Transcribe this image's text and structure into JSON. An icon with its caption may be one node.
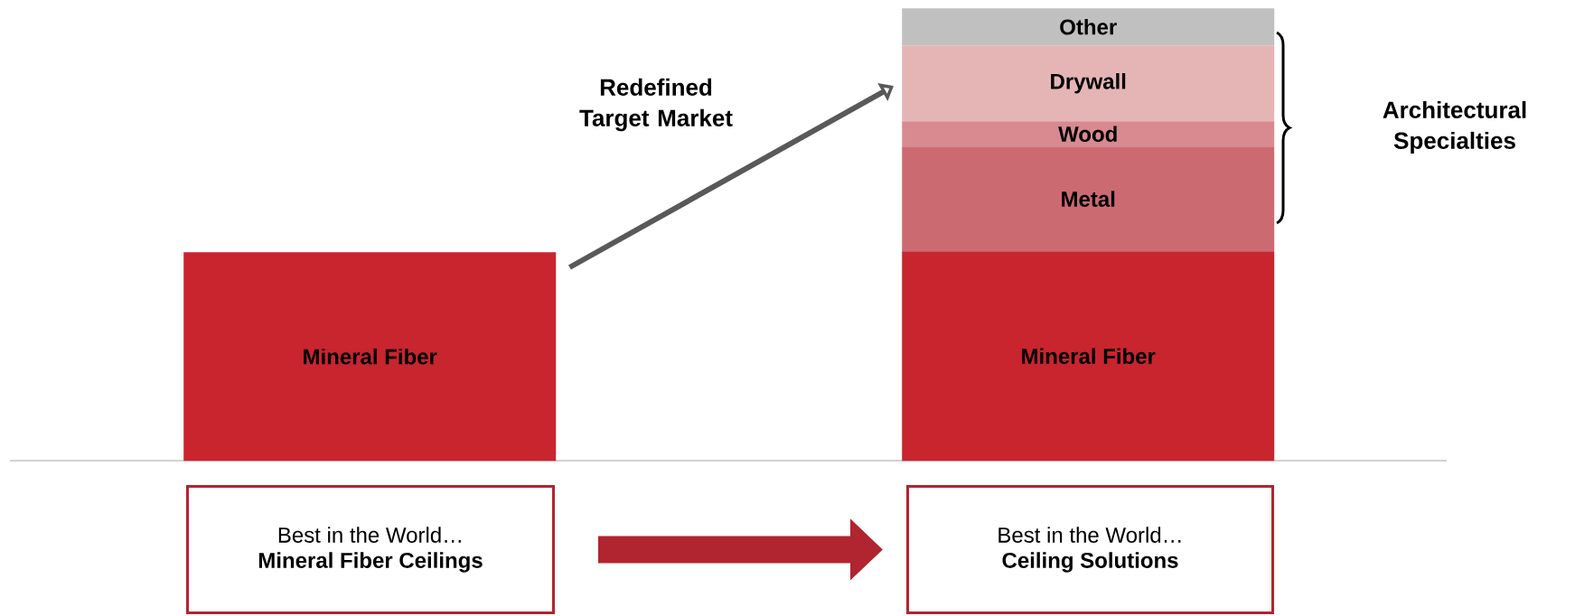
{
  "diagram": {
    "nodes": [
      {
        "text": [
          "Mineral Fiber"
        ]
      },
      {
        "text": [
          "Other"
        ]
      },
      {
        "text": [
          "Drywall"
        ]
      },
      {
        "text": [
          "Wood"
        ]
      },
      {
        "text": [
          "Metal"
        ]
      },
      {
        "text": [
          "Mineral Fiber"
        ]
      },
      {
        "text": [
          "Best in the World…",
          "Mineral Fiber Ceilings"
        ]
      },
      {
        "text": [
          "Best in the World…",
          "Ceiling Solutions"
        ]
      }
    ],
    "edges": [
      {
        "from": 0,
        "to": 2,
        "arrow": "to",
        "label": "Redefined Target Market",
        "color": "#595959"
      },
      {
        "from": 6,
        "to": 7,
        "arrow": "to",
        "style": "thick"
      }
    ],
    "labels": [
      "Architectural Specialties"
    ]
  }
}
